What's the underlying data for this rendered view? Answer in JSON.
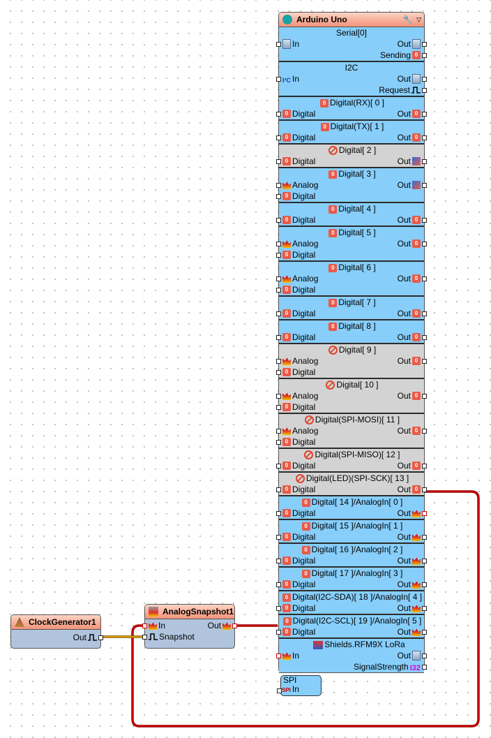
{
  "arduino": {
    "title": "Arduino Uno",
    "serial": {
      "title": "Serial[0]",
      "in": "In",
      "out": "Out",
      "sending": "Sending"
    },
    "i2c": {
      "title": "I2C",
      "in": "In",
      "out": "Out",
      "request": "Request"
    },
    "pins": [
      {
        "title": "Digital(RX)[ 0 ]",
        "enabled": true,
        "analog": false,
        "out_icon": "digital"
      },
      {
        "title": "Digital(TX)[ 1 ]",
        "enabled": true,
        "analog": false,
        "out_icon": "digital"
      },
      {
        "title": "Digital[ 2 ]",
        "enabled": false,
        "analog": false,
        "out_icon": "flag"
      },
      {
        "title": "Digital[ 3 ]",
        "enabled": true,
        "analog": true,
        "out_icon": "flag"
      },
      {
        "title": "Digital[ 4 ]",
        "enabled": true,
        "analog": false,
        "out_icon": "digital"
      },
      {
        "title": "Digital[ 5 ]",
        "enabled": true,
        "analog": true,
        "out_icon": "digital"
      },
      {
        "title": "Digital[ 6 ]",
        "enabled": true,
        "analog": true,
        "out_icon": "digital"
      },
      {
        "title": "Digital[ 7 ]",
        "enabled": true,
        "analog": false,
        "out_icon": "digital"
      },
      {
        "title": "Digital[ 8 ]",
        "enabled": true,
        "analog": false,
        "out_icon": "digital"
      },
      {
        "title": "Digital[ 9 ]",
        "enabled": false,
        "analog": true,
        "out_icon": "digital"
      },
      {
        "title": "Digital[ 10 ]",
        "enabled": false,
        "analog": true,
        "out_icon": "digital"
      },
      {
        "title": "Digital(SPI-MOSI)[ 11 ]",
        "enabled": false,
        "analog": true,
        "out_icon": "digital"
      },
      {
        "title": "Digital(SPI-MISO)[ 12 ]",
        "enabled": false,
        "analog": false,
        "out_icon": "digital"
      },
      {
        "title": "Digital(LED)(SPI-SCK)[ 13 ]",
        "enabled": false,
        "analog": false,
        "out_icon": "digital"
      },
      {
        "title": "Digital[ 14 ]/AnalogIn[ 0 ]",
        "enabled": true,
        "analog": false,
        "out_icon": "analog"
      },
      {
        "title": "Digital[ 15 ]/AnalogIn[ 1 ]",
        "enabled": true,
        "analog": false,
        "out_icon": "analog"
      },
      {
        "title": "Digital[ 16 ]/AnalogIn[ 2 ]",
        "enabled": true,
        "analog": false,
        "out_icon": "analog"
      },
      {
        "title": "Digital[ 17 ]/AnalogIn[ 3 ]",
        "enabled": true,
        "analog": false,
        "out_icon": "analog"
      },
      {
        "title": "Digital(I2C-SDA)[ 18 ]/AnalogIn[ 4 ]",
        "enabled": true,
        "analog": false,
        "out_icon": "analog"
      },
      {
        "title": "Digital(I2C-SCL)[ 19 ]/AnalogIn[ 5 ]",
        "enabled": true,
        "analog": false,
        "out_icon": "analog"
      }
    ],
    "labels": {
      "digital": "Digital",
      "analog": "Analog",
      "out": "Out"
    },
    "lora": {
      "title": "Shields.RFM9X LoRa",
      "in": "In",
      "out": "Out",
      "signal": "SignalStrength",
      "signal_type": "I32"
    },
    "spi": {
      "title": "SPI",
      "in": "In"
    }
  },
  "clock": {
    "title": "ClockGenerator1",
    "out": "Out"
  },
  "snapshot": {
    "title": "AnalogSnapshot1",
    "in": "In",
    "snapshot": "Snapshot",
    "out": "Out"
  },
  "colors": {
    "wire_analog": "#cc0000",
    "wire_clock": "#d89a00",
    "header": "#f3937a",
    "pin_enabled": "#87cefa",
    "pin_disabled": "#d3d3d3"
  }
}
